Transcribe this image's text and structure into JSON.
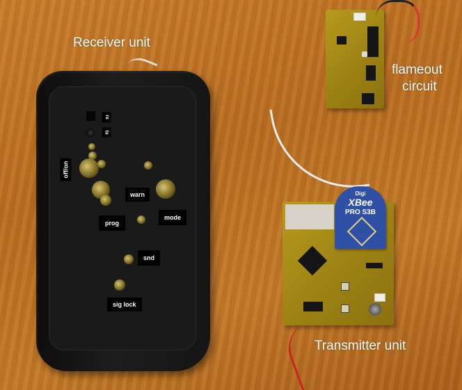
{
  "captions": {
    "receiver_unit": "Receiver unit",
    "flameout_line1": "flameout",
    "flameout_line2": "circuit",
    "transmitter_unit": "Transmitter unit"
  },
  "receiver_labels": {
    "onoff": "off/on",
    "warn": "warn",
    "prog": "prog",
    "mode": "mode",
    "snd": "snd",
    "sig_lock": "sig lock",
    "small_top_1": "rx",
    "small_top_2": "tx"
  },
  "xbee": {
    "brand": "Digi",
    "name": "XBee",
    "model": "PRO S3B"
  },
  "colors": {
    "wood": "#c07a2a",
    "enclosure": "#141414",
    "pcb": "#a58a18",
    "xbee_blue": "#2f50a5",
    "caption_text": "#ffffff"
  }
}
